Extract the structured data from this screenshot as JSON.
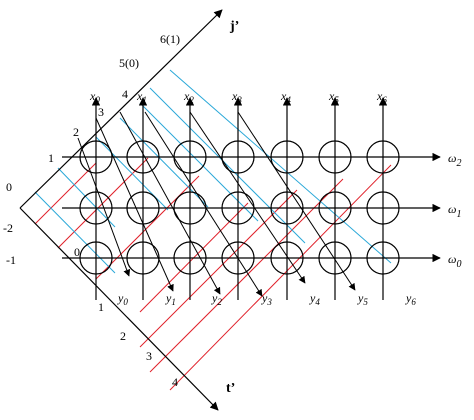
{
  "axes": {
    "j_axis_label": "j’",
    "t_axis_label": "t’",
    "j_ticks": [
      "-2",
      "-1",
      "0",
      "1",
      "2",
      "3",
      "4",
      "5(0)",
      "6(1)"
    ],
    "t_ticks": [
      "0",
      "1",
      "2",
      "3",
      "4"
    ]
  },
  "columns": {
    "x_labels": [
      "x0",
      "x1",
      "x2",
      "x3",
      "x4",
      "x5",
      "x6"
    ],
    "y_labels": [
      "y0",
      "y1",
      "y2",
      "y3",
      "y4",
      "y5",
      "y6"
    ]
  },
  "rows": {
    "omega_labels": [
      "ω2",
      "ω1",
      "ω0"
    ]
  },
  "colors": {
    "ink": "#000000",
    "red_lines": "#e0202a",
    "cyan_lines": "#2aa8d8"
  }
}
